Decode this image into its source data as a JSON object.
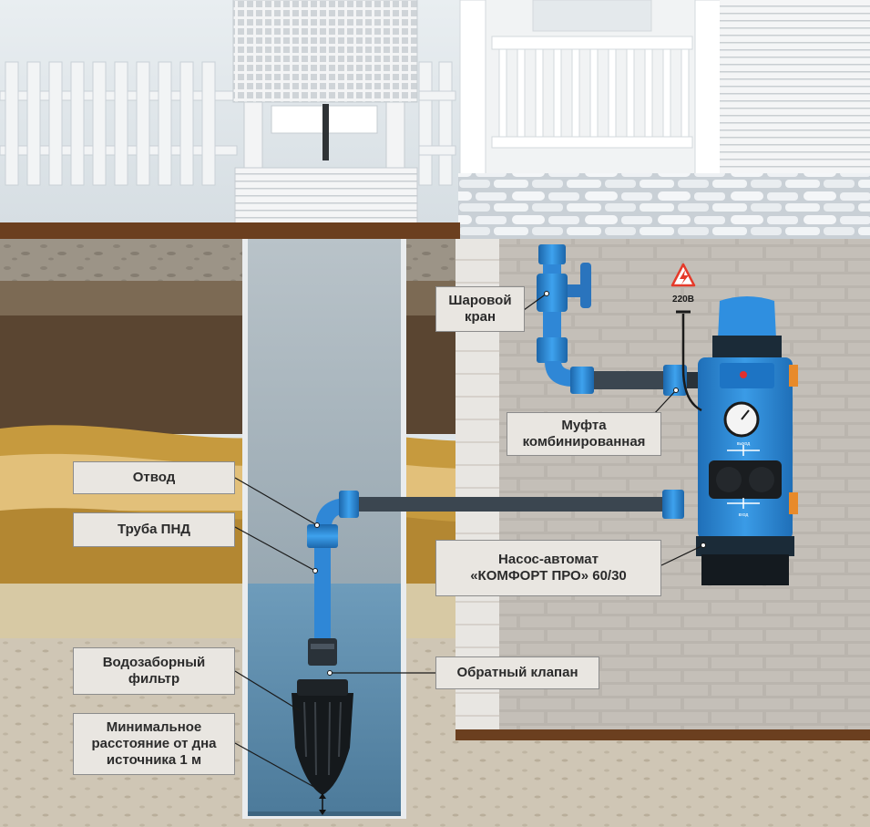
{
  "labels": {
    "ball_valve": "Шаровой\nкран",
    "coupling": "Муфта\nкомбинированная",
    "elbow": "Отвод",
    "pipe": "Труба ПНД",
    "pump": "Насос-автомат\n«КОМФОРТ ПРО» 60/30",
    "intake_filter": "Водозаборный\nфильтр",
    "check_valve": "Обратный клапан",
    "min_distance": "Минимальное\nрасстояние от дна\nисточника 1 м"
  },
  "voltage_label": "220В",
  "pump_markings": {
    "outlet": "выход",
    "inlet": "вход"
  },
  "colors": {
    "pipe_blue": "#2a7fd0",
    "pipe_dark": "#3a4650",
    "pump_body": "#2b8ad6",
    "water": "#5f8fb0",
    "brick": "#b9b4ad",
    "warning": "#e53a2a"
  }
}
